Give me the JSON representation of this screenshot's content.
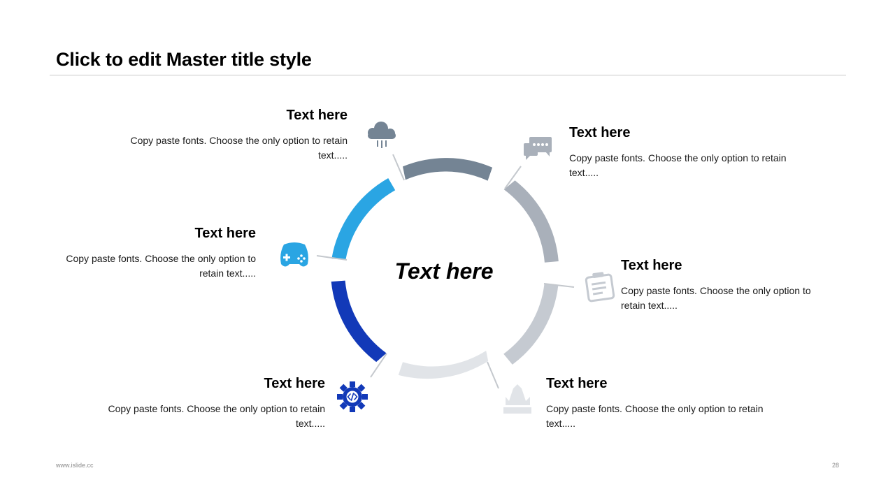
{
  "slide": {
    "title": "Click to edit Master title style",
    "center_label": "Text here",
    "footer_url": "www.islide.cc",
    "page_number": "28"
  },
  "items": [
    {
      "heading": "Text here",
      "body": "Copy paste fonts. Choose the only option to retain text.....",
      "icon": "cloud-rain-icon",
      "color": "#748494"
    },
    {
      "heading": "Text here",
      "body": "Copy paste fonts. Choose the only option to retain text.....",
      "icon": "chat-bubbles-icon",
      "color": "#a9b0ba"
    },
    {
      "heading": "Text here",
      "body": "Copy paste fonts. Choose the only option to retain text.....",
      "icon": "clipboard-icon",
      "color": "#c5cad1"
    },
    {
      "heading": "Text here",
      "body": "Copy paste fonts. Choose the only option to retain text.....",
      "icon": "crown-flame-icon",
      "color": "#e1e4e8"
    },
    {
      "heading": "Text here",
      "body": "Copy paste fonts. Choose the only option to retain text.....",
      "icon": "code-gear-icon",
      "color": "#1239b8"
    },
    {
      "heading": "Text here",
      "body": "Copy paste fonts. Choose the only option to retain text.....",
      "icon": "gamepad-icon",
      "color": "#2aa5e3"
    }
  ]
}
